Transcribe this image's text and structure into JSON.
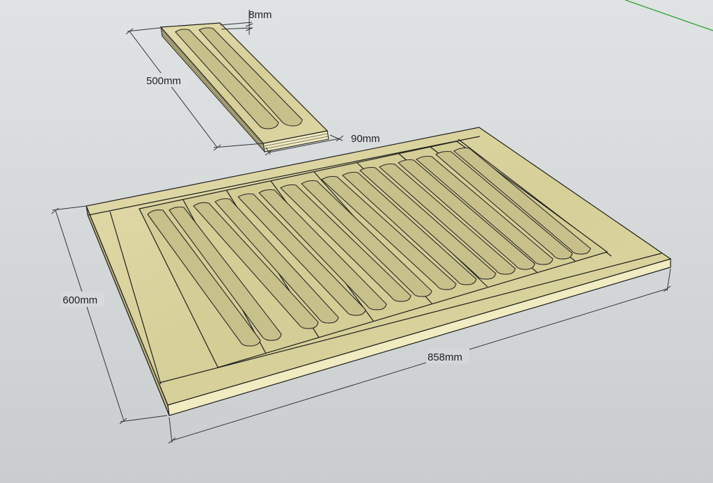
{
  "dimensions": {
    "plank_thickness": "8mm",
    "plank_length": "500mm",
    "plank_width": "90mm",
    "panel_depth": "600mm",
    "panel_width": "858mm"
  },
  "colors": {
    "background_top": "#dfe3e4",
    "background_bottom": "#c9cdce",
    "wood_face": "#d8d19a",
    "wood_face_light": "#e4dcaa",
    "wood_edge": "#f2edc0",
    "wood_edge_dark": "#bdb57a",
    "slot_fill": "#c8c08a",
    "axis_green": "#2ca02c"
  }
}
